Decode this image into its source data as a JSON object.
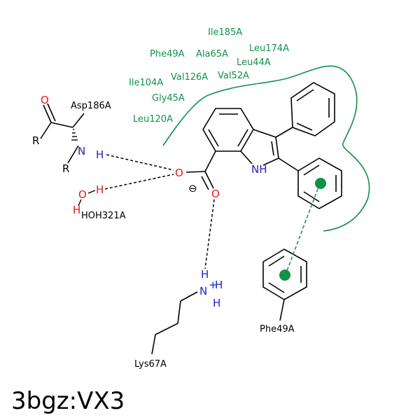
{
  "caption": "3bgz:VX3",
  "colors": {
    "hydrophobic": "#109146",
    "nitrogen": "#1f22c4",
    "oxygen": "#e01b1b",
    "bond": "#000000",
    "pi_stack": "#109146"
  },
  "hydrophobic_residues": {
    "ile185": "Ile185A",
    "phe49": "Phe49A",
    "ala65": "Ala65A",
    "leu174": "Leu174A",
    "leu44": "Leu44A",
    "ile104": "Ile104A",
    "val126": "Val126A",
    "val52": "Val52A",
    "gly45": "Gly45A",
    "leu120": "Leu120A"
  },
  "residues": {
    "asp186": "Asp186A",
    "hoh321": "HOH321A",
    "lys67": "Lys67A",
    "phe49_stack": "Phe49A"
  },
  "atoms": {
    "o": "O",
    "n": "N",
    "h": "H",
    "r": "R",
    "nh": "NH",
    "charge_minus": "⊖",
    "charge_plus": "+"
  }
}
